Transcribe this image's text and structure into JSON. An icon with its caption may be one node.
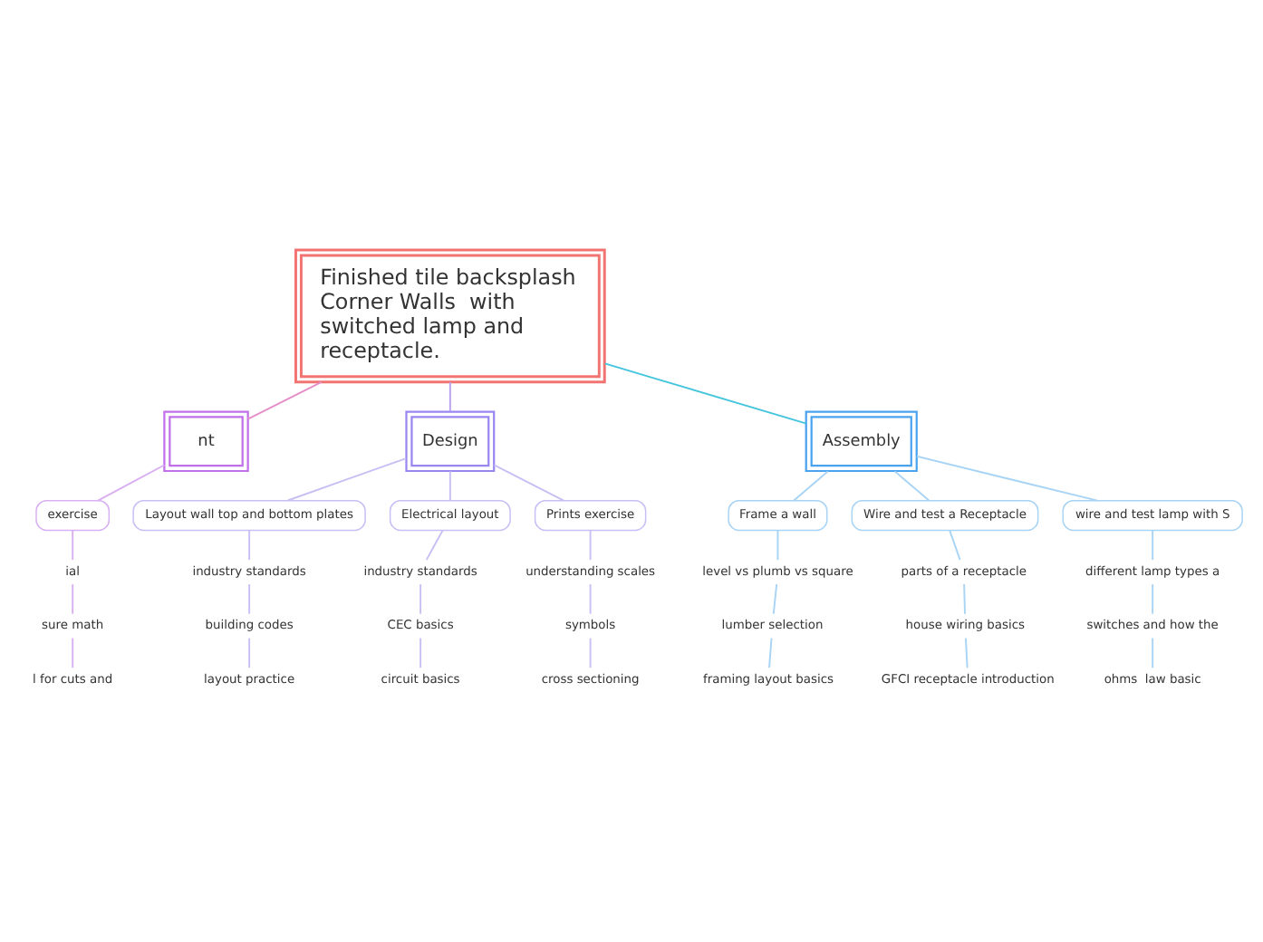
{
  "diagram": {
    "nodes": [
      {
        "text": [
          "Finished tile backsplash Corner Walls  with switched lamp and receptacle."
        ]
      },
      {
        "text": [
          "nt"
        ]
      },
      {
        "text": [
          "exercise"
        ]
      },
      {
        "text": [
          "ial"
        ]
      },
      {
        "text": [
          "sure math"
        ]
      },
      {
        "text": [
          "l for cuts and"
        ]
      },
      {
        "text": [
          "Design"
        ]
      },
      {
        "text": [
          "Layout wall top and bottom plates"
        ]
      },
      {
        "text": [
          "industry standards"
        ]
      },
      {
        "text": [
          "building codes"
        ]
      },
      {
        "text": [
          "layout practice"
        ]
      },
      {
        "text": [
          "Electrical layout"
        ]
      },
      {
        "text": [
          "industry standards"
        ]
      },
      {
        "text": [
          "CEC basics"
        ]
      },
      {
        "text": [
          "circuit basics"
        ]
      },
      {
        "text": [
          "Prints exercise"
        ]
      },
      {
        "text": [
          "understanding scales"
        ]
      },
      {
        "text": [
          "symbols"
        ]
      },
      {
        "text": [
          "cross sectioning"
        ]
      },
      {
        "text": [
          "Assembly"
        ]
      },
      {
        "text": [
          "Frame a wall"
        ]
      },
      {
        "text": [
          "level vs plumb vs square"
        ]
      },
      {
        "text": [
          "lumber selection"
        ]
      },
      {
        "text": [
          "framing layout basics"
        ]
      },
      {
        "text": [
          "Wire and test a Receptacle"
        ]
      },
      {
        "text": [
          "parts of a receptacle"
        ]
      },
      {
        "text": [
          "house wiring basics"
        ]
      },
      {
        "text": [
          "GFCI receptacle introduction"
        ]
      },
      {
        "text": [
          "wire and test lamp with S"
        ]
      },
      {
        "text": [
          "different lamp types a"
        ]
      },
      {
        "text": [
          "switches and how the"
        ]
      },
      {
        "text": [
          "ohms  law basic"
        ]
      }
    ],
    "edges": [
      {
        "from": 0,
        "to": 1,
        "arrow": "none",
        "color": "#e48fc8"
      },
      {
        "from": 1,
        "to": 2,
        "arrow": "none",
        "color": "#d9b0f2"
      },
      {
        "from": 2,
        "to": 3,
        "arrow": "none",
        "color": "#d9b0f2"
      },
      {
        "from": 3,
        "to": 4,
        "arrow": "none",
        "color": "#d9b0f2"
      },
      {
        "from": 4,
        "to": 5,
        "arrow": "none",
        "color": "#d9b0f2"
      },
      {
        "from": 0,
        "to": 6,
        "arrow": "none",
        "color": "#b9a0f0"
      },
      {
        "from": 6,
        "to": 7,
        "arrow": "none",
        "color": "#c8c0f5"
      },
      {
        "from": 7,
        "to": 8,
        "arrow": "none",
        "color": "#c8c0f5"
      },
      {
        "from": 8,
        "to": 9,
        "arrow": "none",
        "color": "#c8c0f5"
      },
      {
        "from": 9,
        "to": 10,
        "arrow": "none",
        "color": "#c8c0f5"
      },
      {
        "from": 6,
        "to": 11,
        "arrow": "none",
        "color": "#c8c0f5"
      },
      {
        "from": 11,
        "to": 12,
        "arrow": "none",
        "color": "#c8c0f5"
      },
      {
        "from": 12,
        "to": 13,
        "arrow": "none",
        "color": "#c8c0f5"
      },
      {
        "from": 13,
        "to": 14,
        "arrow": "none",
        "color": "#c8c0f5"
      },
      {
        "from": 6,
        "to": 15,
        "arrow": "none",
        "color": "#c8c0f5"
      },
      {
        "from": 15,
        "to": 16,
        "arrow": "none",
        "color": "#c8c0f5"
      },
      {
        "from": 16,
        "to": 17,
        "arrow": "none",
        "color": "#c8c0f5"
      },
      {
        "from": 17,
        "to": 18,
        "arrow": "none",
        "color": "#c8c0f5"
      },
      {
        "from": 0,
        "to": 19,
        "arrow": "none",
        "color": "#45c5dd"
      },
      {
        "from": 19,
        "to": 20,
        "arrow": "none",
        "color": "#a8d4f5"
      },
      {
        "from": 20,
        "to": 21,
        "arrow": "none",
        "color": "#a8d4f5"
      },
      {
        "from": 21,
        "to": 22,
        "arrow": "none",
        "color": "#a8d4f5"
      },
      {
        "from": 22,
        "to": 23,
        "arrow": "none",
        "color": "#a8d4f5"
      },
      {
        "from": 19,
        "to": 24,
        "arrow": "none",
        "color": "#a8d4f5"
      },
      {
        "from": 24,
        "to": 25,
        "arrow": "none",
        "color": "#a8d4f5"
      },
      {
        "from": 25,
        "to": 26,
        "arrow": "none",
        "color": "#a8d4f5"
      },
      {
        "from": 26,
        "to": 27,
        "arrow": "none",
        "color": "#a8d4f5"
      },
      {
        "from": 19,
        "to": 28,
        "arrow": "none",
        "color": "#a8d4f5"
      },
      {
        "from": 28,
        "to": 29,
        "arrow": "none",
        "color": "#a8d4f5"
      },
      {
        "from": 29,
        "to": 30,
        "arrow": "none",
        "color": "#a8d4f5"
      },
      {
        "from": 30,
        "to": 31,
        "arrow": "none",
        "color": "#a8d4f5"
      }
    ]
  }
}
